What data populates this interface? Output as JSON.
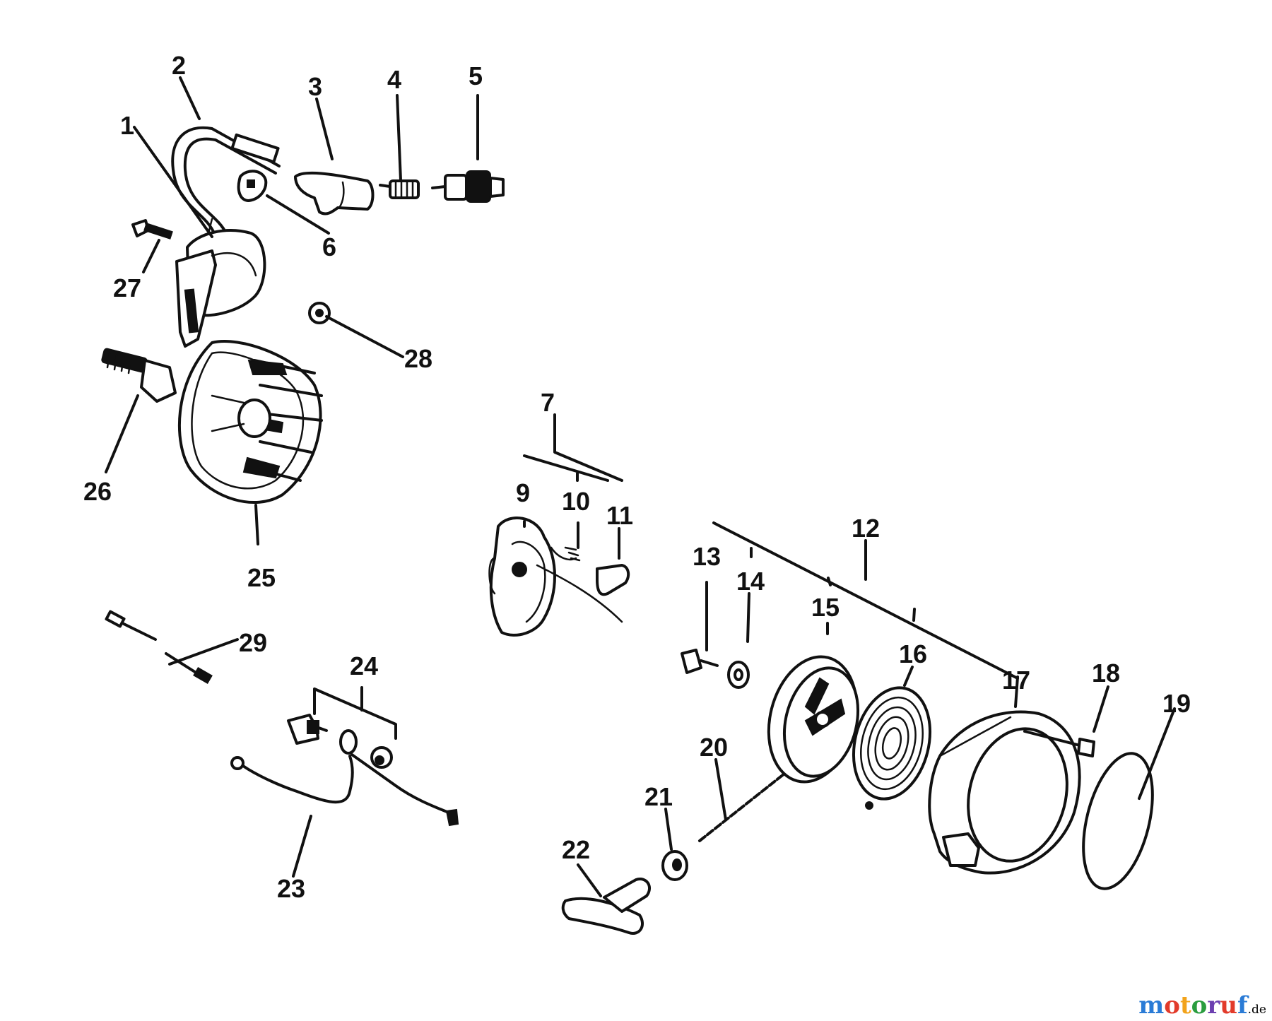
{
  "diagram": {
    "callouts": [
      "1",
      "2",
      "3",
      "4",
      "5",
      "6",
      "7",
      "9",
      "10",
      "11",
      "12",
      "13",
      "14",
      "15",
      "16",
      "17",
      "18",
      "19",
      "20",
      "21",
      "22",
      "23",
      "24",
      "25",
      "26",
      "27",
      "28",
      "29"
    ]
  },
  "watermark": {
    "text": "motoruf",
    "suffix": ".de",
    "letter_colors": [
      "#2a7bd6",
      "#e23b2b",
      "#f2a31b",
      "#2a9d3f",
      "#6c3fb0",
      "#e23b2b",
      "#2a7bd6"
    ]
  }
}
